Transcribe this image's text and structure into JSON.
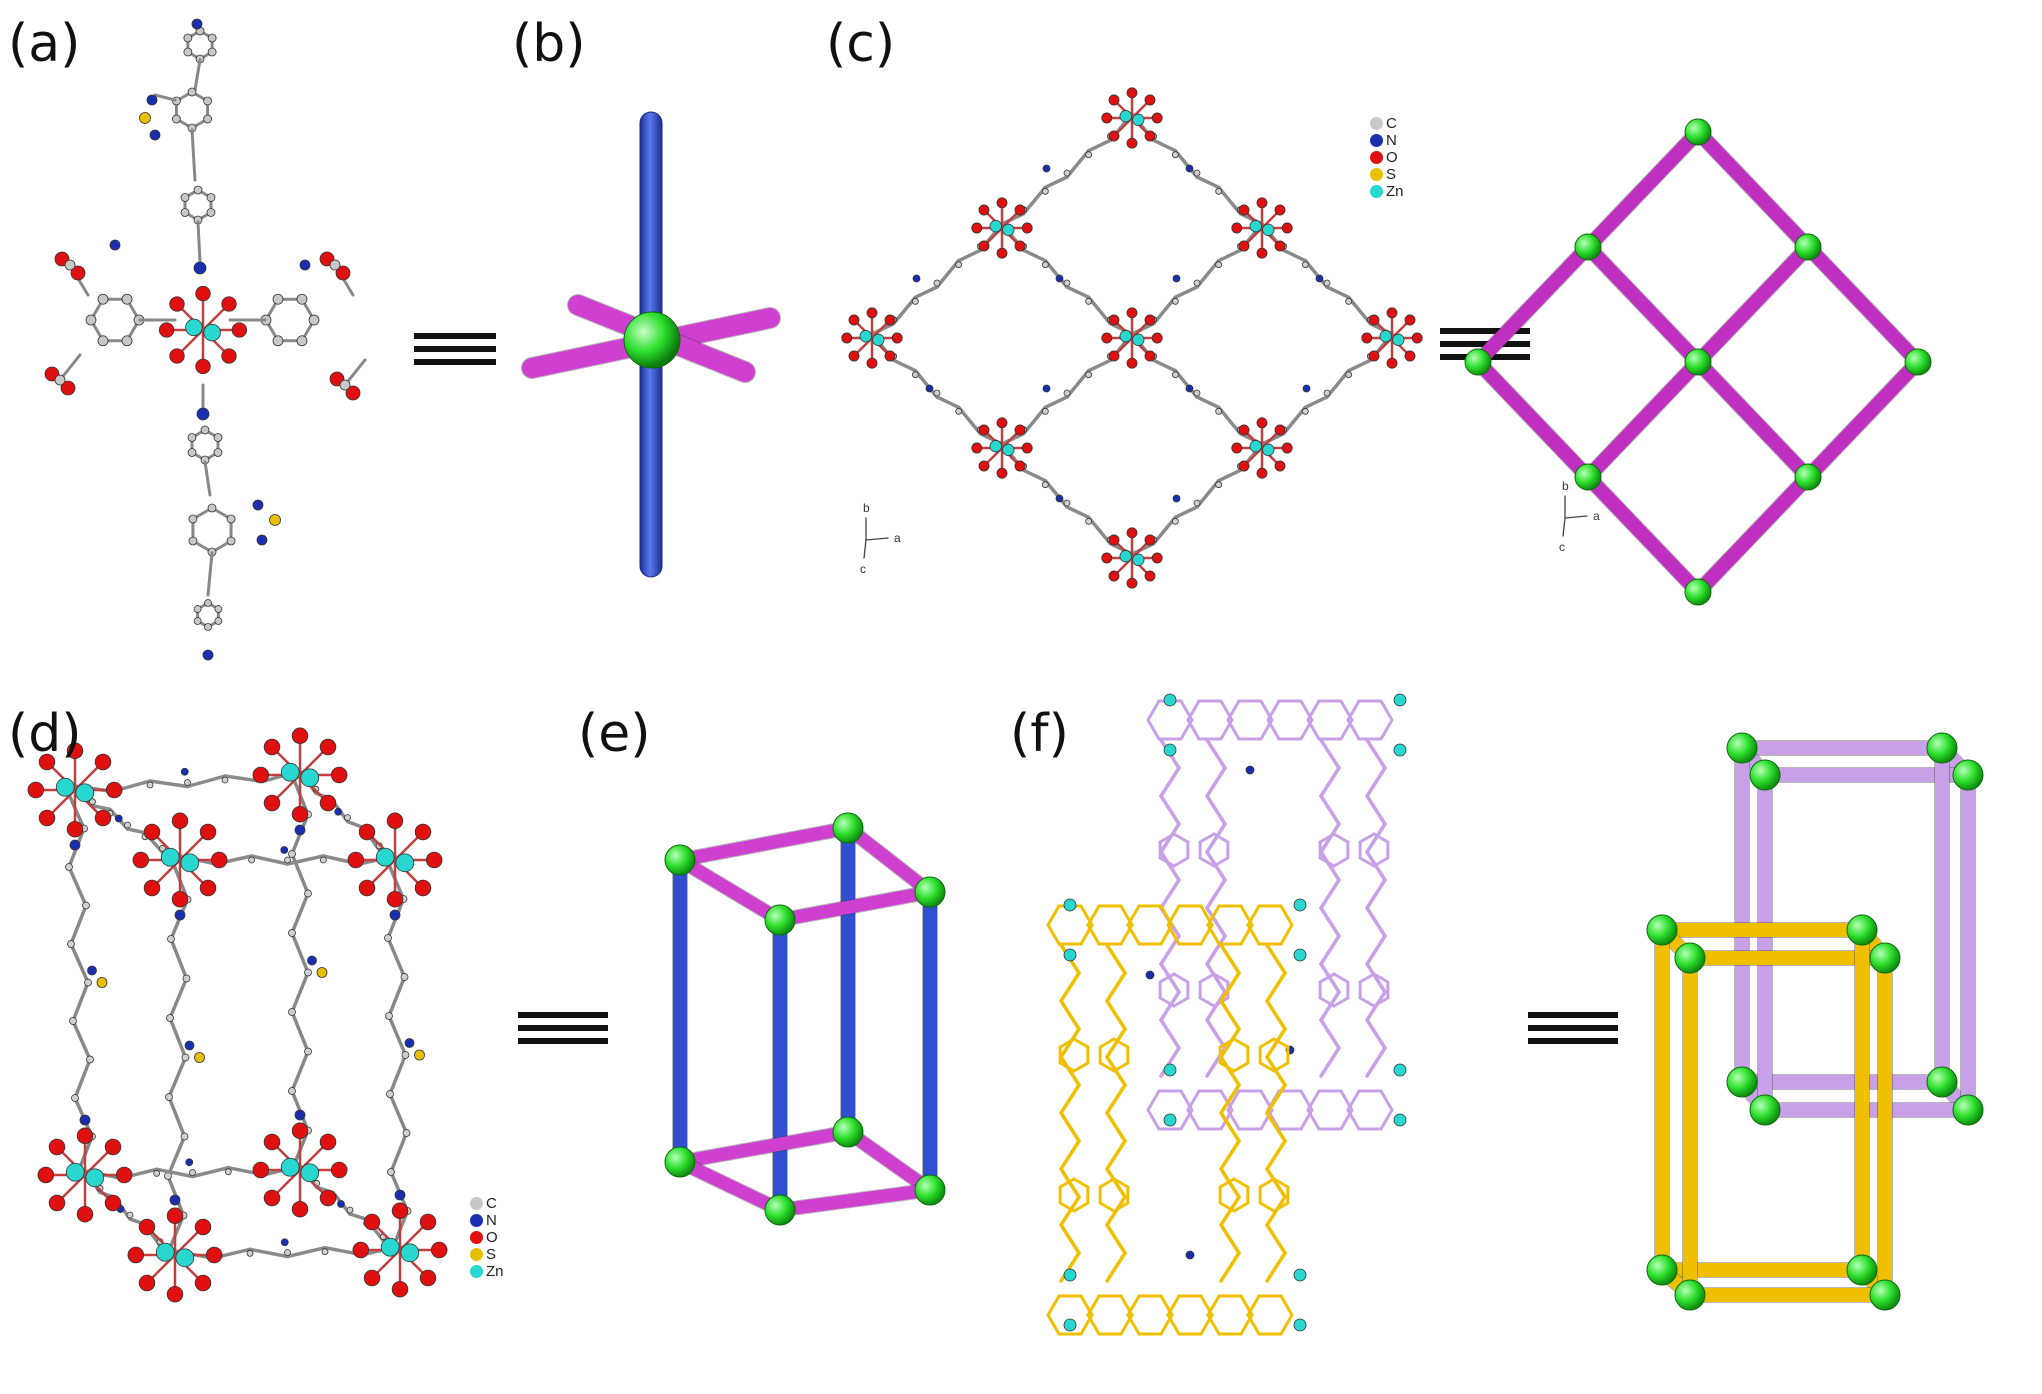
{
  "panels": {
    "a": "(a)",
    "b": "(b)",
    "c": "(c)",
    "d": "(d)",
    "e": "(e)",
    "f": "(f)"
  },
  "equiv_symbol": "≡",
  "legend": [
    {
      "element": "C",
      "color": "#c8c8c8"
    },
    {
      "element": "N",
      "color": "#1a2fb0"
    },
    {
      "element": "O",
      "color": "#e01010"
    },
    {
      "element": "S",
      "color": "#e8c000"
    },
    {
      "element": "Zn",
      "color": "#28d8d0"
    }
  ],
  "axes": {
    "b": "b",
    "a": "a",
    "c": "c"
  },
  "colors": {
    "node": "#2ee02e",
    "magenta_rod": "#d040d0",
    "blue_rod": "#2f4fd0",
    "violet_net": "#c8a0e8",
    "gold_net": "#f0c000",
    "atom_C": "#c8c8c8",
    "atom_N": "#1a2fb0",
    "atom_O": "#e01010",
    "atom_S": "#e8c000",
    "atom_Zn": "#28d8d0"
  }
}
